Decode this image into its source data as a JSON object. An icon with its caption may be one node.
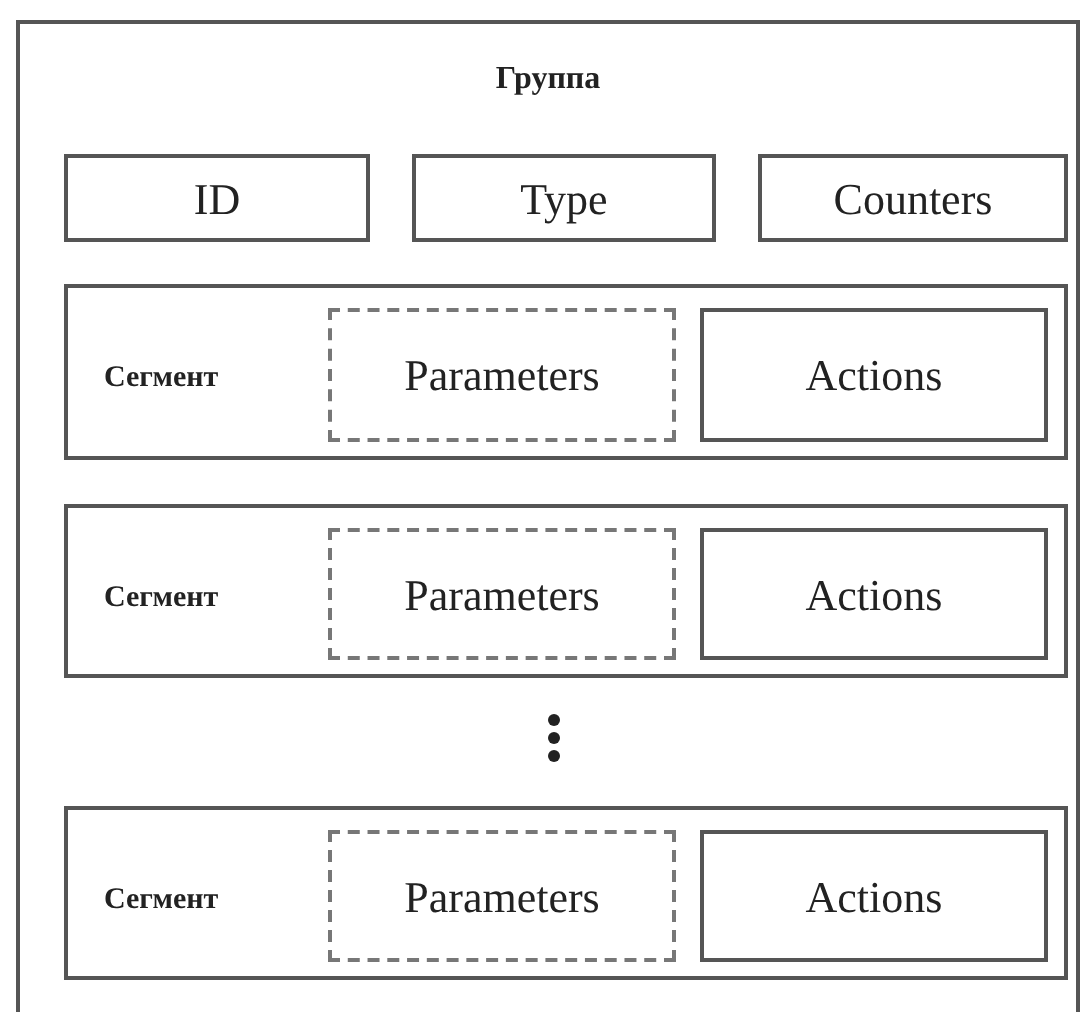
{
  "diagram": {
    "nodes": [
      {
        "text": [
          "Группа"
        ]
      },
      {
        "text": [
          "ID"
        ],
        "in": 0
      },
      {
        "text": [
          "Type"
        ],
        "in": 0
      },
      {
        "text": [
          "Counters"
        ],
        "in": 0
      },
      {
        "text": [
          "Сегмент"
        ],
        "in": 0
      },
      {
        "text": [
          "Parameters"
        ],
        "in": 4
      },
      {
        "text": [
          "Actions"
        ],
        "in": 4
      },
      {
        "text": [
          "Сегмент"
        ],
        "in": 0
      },
      {
        "text": [
          "Parameters"
        ],
        "in": 7
      },
      {
        "text": [
          "Actions"
        ],
        "in": 7
      },
      {
        "text": [
          "Сегмент"
        ],
        "in": 0
      },
      {
        "text": [
          "Parameters"
        ],
        "in": 10
      },
      {
        "text": [
          "Actions"
        ],
        "in": 10
      }
    ]
  }
}
